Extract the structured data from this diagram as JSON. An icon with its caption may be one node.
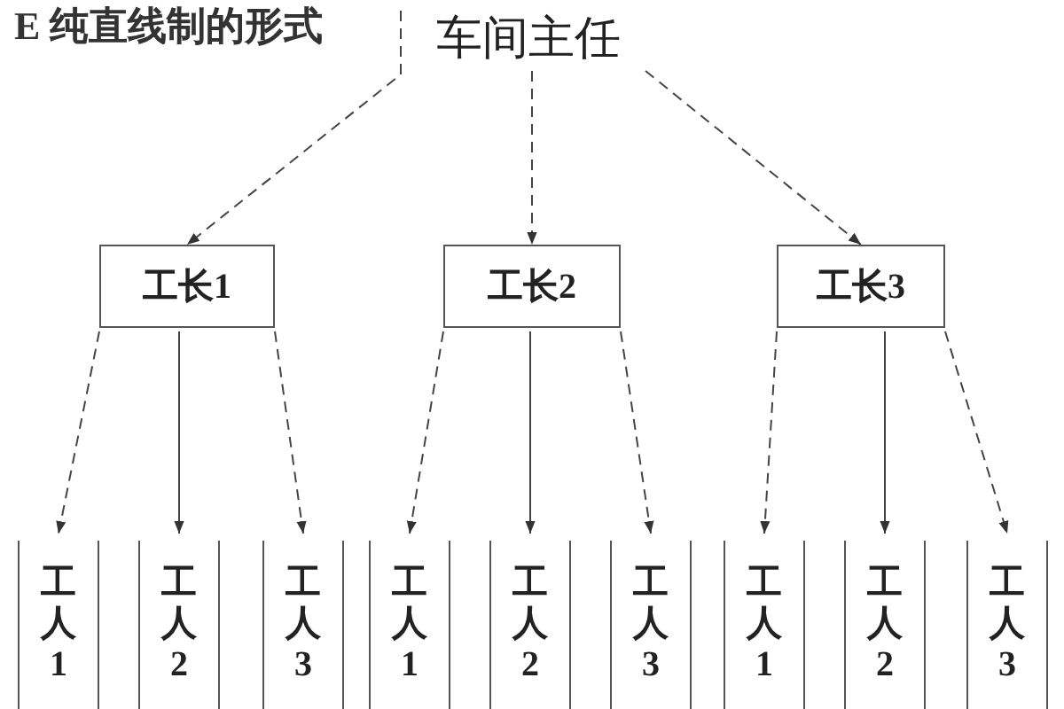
{
  "diagram": {
    "title": "E 纯直线制的形式",
    "nodes": [
      {
        "text": [
          "车间主任"
        ]
      },
      {
        "text": [
          "工长1"
        ]
      },
      {
        "text": [
          "工长2"
        ]
      },
      {
        "text": [
          "工长3"
        ]
      },
      {
        "text": [
          "工人1"
        ]
      },
      {
        "text": [
          "工人2"
        ]
      },
      {
        "text": [
          "工人3"
        ]
      },
      {
        "text": [
          "工人1"
        ]
      },
      {
        "text": [
          "工人2"
        ]
      },
      {
        "text": [
          "工人3"
        ]
      },
      {
        "text": [
          "工人1"
        ]
      },
      {
        "text": [
          "工人2"
        ]
      },
      {
        "text": [
          "工人3"
        ]
      }
    ],
    "edges": [
      {
        "from": 0,
        "to": 1,
        "arrow": "to",
        "style": "dashed"
      },
      {
        "from": 0,
        "to": 2,
        "arrow": "to",
        "style": "dashed"
      },
      {
        "from": 0,
        "to": 3,
        "arrow": "to",
        "style": "dashed"
      },
      {
        "from": 1,
        "to": 4,
        "arrow": "to",
        "style": "dashed"
      },
      {
        "from": 1,
        "to": 5,
        "arrow": "to"
      },
      {
        "from": 1,
        "to": 6,
        "arrow": "to",
        "style": "dashed"
      },
      {
        "from": 2,
        "to": 7,
        "arrow": "to",
        "style": "dashed"
      },
      {
        "from": 2,
        "to": 8,
        "arrow": "to"
      },
      {
        "from": 2,
        "to": 9,
        "arrow": "to",
        "style": "dashed"
      },
      {
        "from": 3,
        "to": 10,
        "arrow": "to",
        "style": "dashed"
      },
      {
        "from": 3,
        "to": 11,
        "arrow": "to"
      },
      {
        "from": 3,
        "to": 12,
        "arrow": "to",
        "style": "dashed"
      }
    ]
  }
}
